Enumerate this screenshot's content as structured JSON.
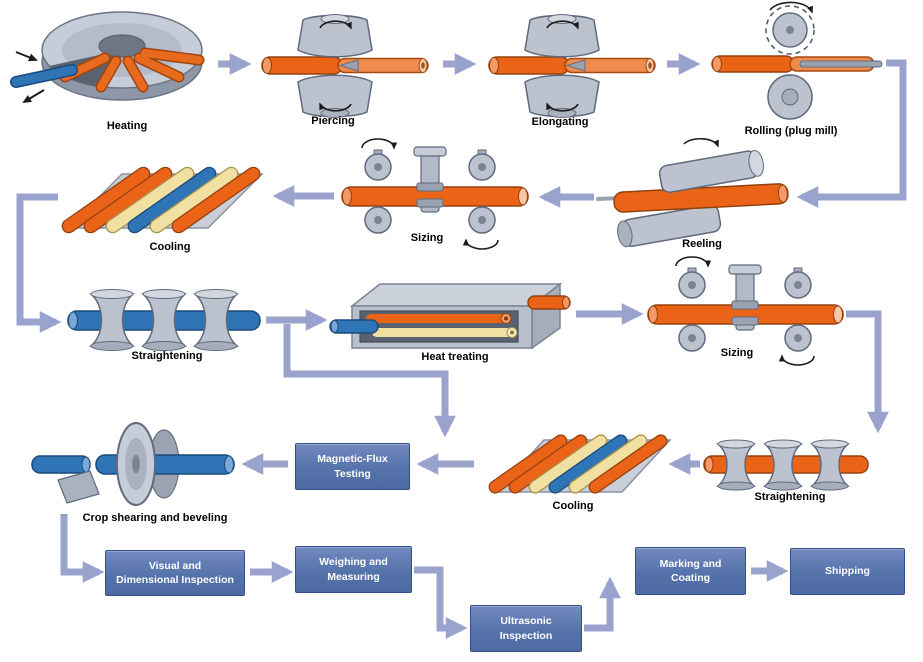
{
  "stages": {
    "heating": "Heating",
    "piercing": "Piercing",
    "elongating": "Elongating",
    "rolling": "Rolling (plug mill)",
    "reeling": "Reeling",
    "sizing_top": "Sizing",
    "cooling_top": "Cooling",
    "straightening_mid": "Straightening",
    "heat_treating": "Heat treating",
    "sizing_mid": "Sizing",
    "straightening_lower": "Straightening",
    "cooling_lower": "Cooling",
    "crop_shearing": "Crop shearing and beveling"
  },
  "boxes": {
    "magnetic_flux": {
      "line1": "Magnetic-Flux",
      "line2": "Testing"
    },
    "visual": {
      "line1": "Visual and",
      "line2": "Dimensional Inspection"
    },
    "weighing": {
      "line1": "Weighing and",
      "line2": "Measuring"
    },
    "ultrasonic": {
      "line1": "Ultrasonic",
      "line2": "Inspection"
    },
    "marking": {
      "line1": "Marking and",
      "line2": "Coating"
    },
    "shipping": {
      "line1": "Shipping",
      "line2": ""
    }
  },
  "colors": {
    "arrow": "#9aa3cd",
    "box_fill": "#5e7cb5",
    "box_border": "#34508c",
    "pipe_orange": "#ea6317",
    "pipe_blue": "#2f74b5",
    "pipe_cream": "#f0e0a2",
    "machine_gray": "#bcc3cf"
  }
}
